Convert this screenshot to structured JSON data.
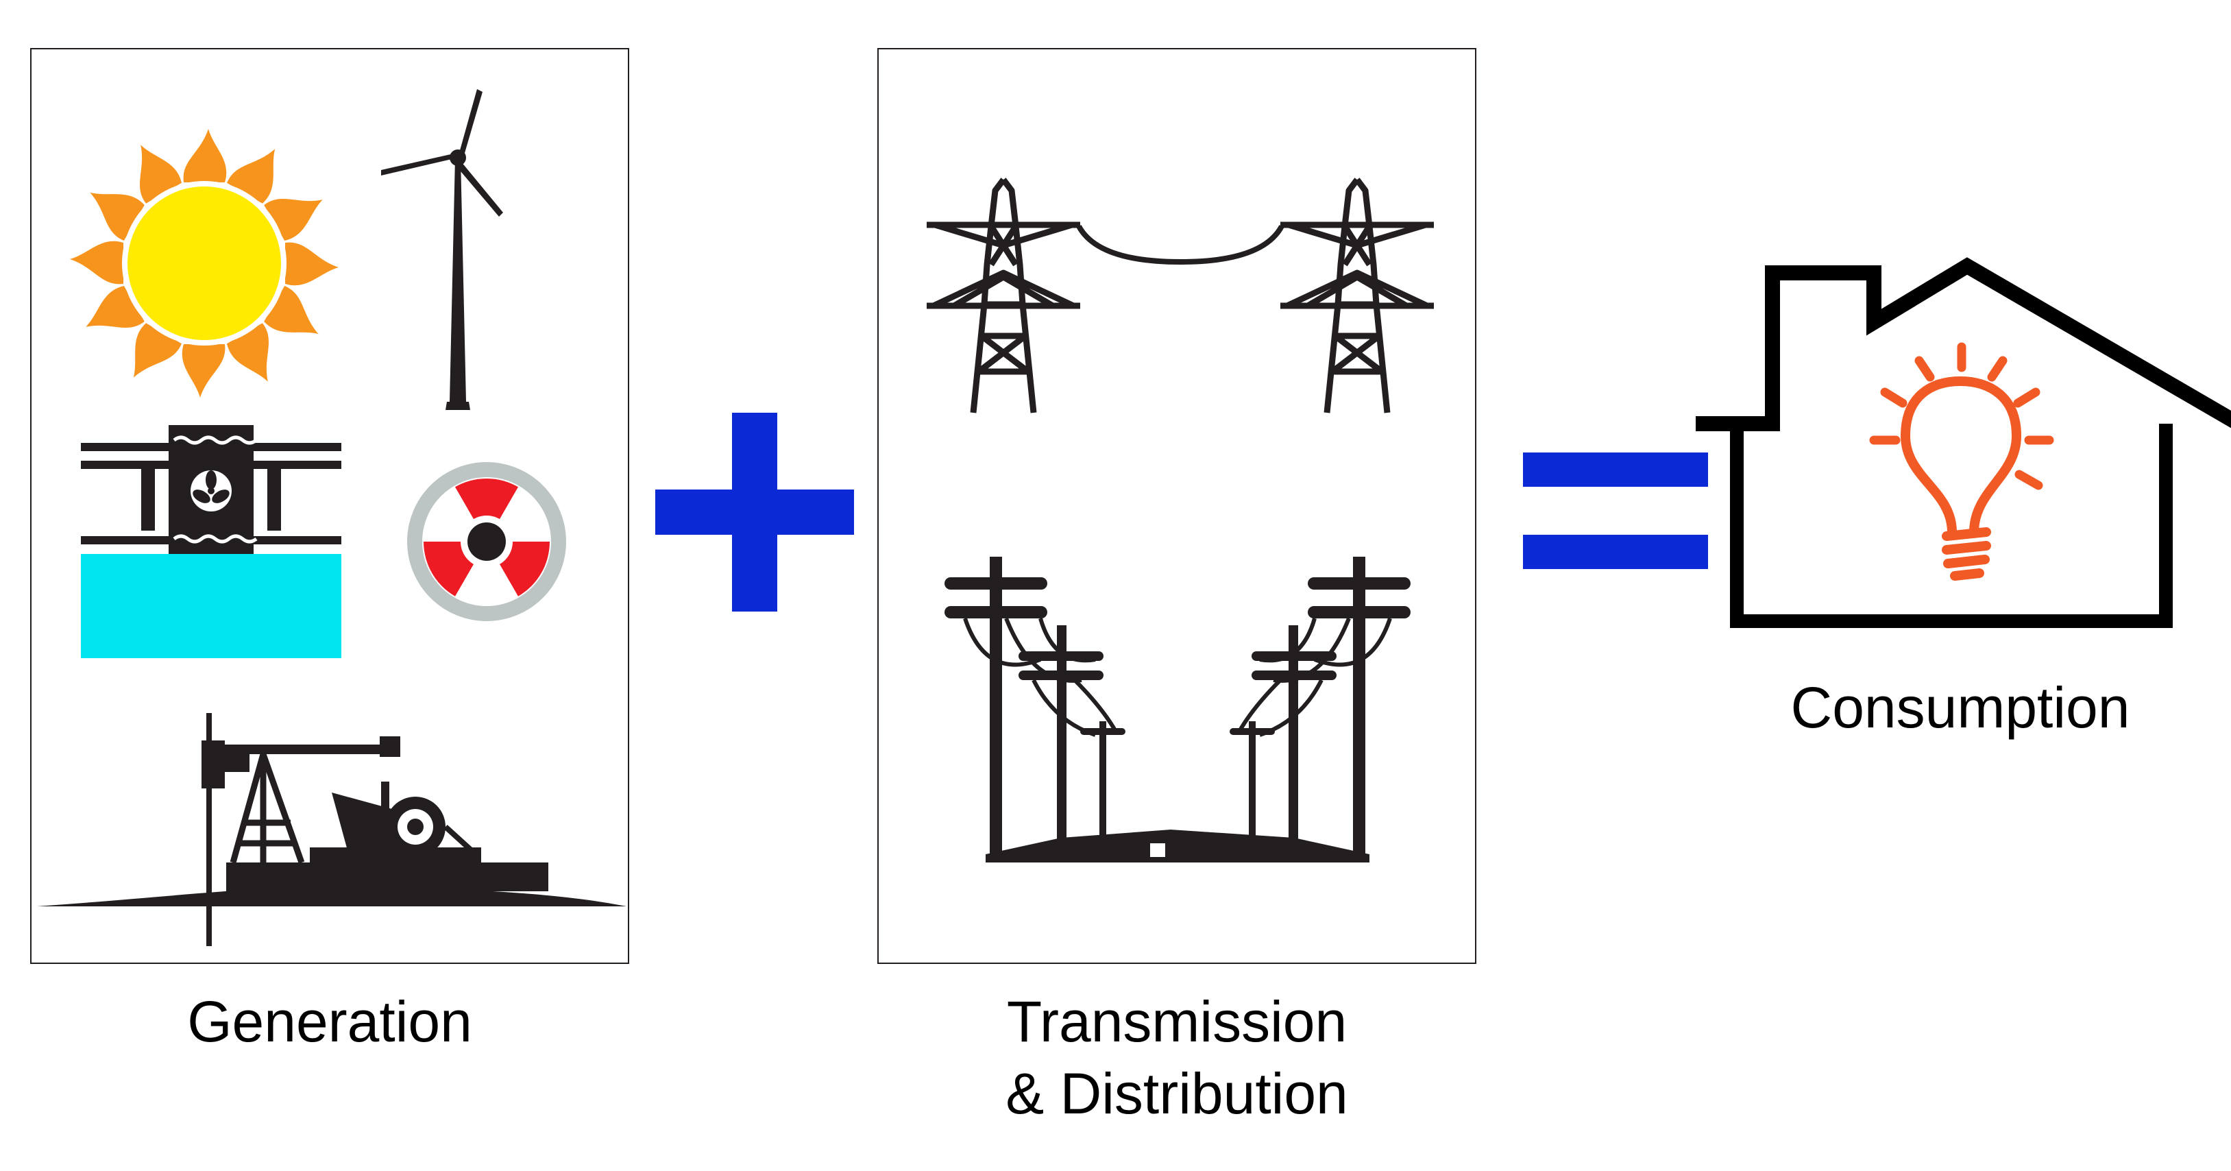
{
  "labels": {
    "generation": "Generation",
    "transmission_line1": "Transmission",
    "transmission_line2": "& Distribution",
    "consumption": "Consumption"
  },
  "operators": {
    "plus": "+",
    "equals": "="
  },
  "icons": {
    "generation": [
      "sun-icon",
      "wind-turbine-icon",
      "hydro-dam-icon",
      "nuclear-icon",
      "oil-pump-icon"
    ],
    "transmission": [
      "transmission-towers-icon",
      "distribution-poles-icon"
    ],
    "consumption": [
      "house-lightbulb-icon"
    ]
  },
  "colors": {
    "operator": "#0b2ad6",
    "sun_core": "#ffeb00",
    "sun_rays": "#f7941d",
    "water": "#00e5f0",
    "nuclear_red": "#ed1c24",
    "nuclear_ring": "#bcc4c4",
    "bulb": "#f15a24",
    "line_art": "#231f20"
  }
}
